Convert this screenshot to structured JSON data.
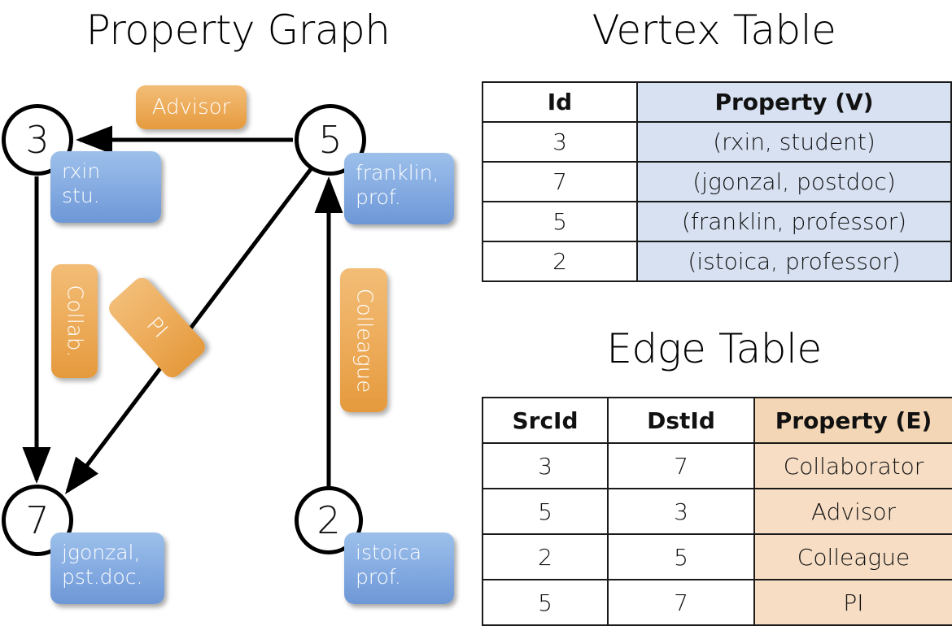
{
  "titles": {
    "graph": "Property Graph",
    "vertex_table": "Vertex Table",
    "edge_table": "Edge Table"
  },
  "colors": {
    "vertex_property_fill": "#d7e1f2",
    "edge_property_fill": "#f6ddc4",
    "node_property_box": "#88aee3",
    "edge_label_box": "#eeae5e",
    "border": "#1a1a1a",
    "text": "#111111"
  },
  "graph": {
    "nodes": [
      {
        "id": "3",
        "property": "rxin\nstu."
      },
      {
        "id": "5",
        "property": "franklin,\nprof."
      },
      {
        "id": "7",
        "property": "jgonzal,\npst.doc."
      },
      {
        "id": "2",
        "property": "istoica\nprof."
      }
    ],
    "edge_labels": [
      {
        "label": "Advisor",
        "orientation": "horizontal"
      },
      {
        "label": "Collab.",
        "orientation": "vertical"
      },
      {
        "label": "PI",
        "orientation": "diagonal"
      },
      {
        "label": "Colleague",
        "orientation": "vertical"
      }
    ]
  },
  "vertex_table": {
    "headers": [
      "Id",
      "Property (V)"
    ],
    "rows": [
      {
        "id": "3",
        "property": "(rxin, student)"
      },
      {
        "id": "7",
        "property": "(jgonzal, postdoc)"
      },
      {
        "id": "5",
        "property": "(franklin, professor)"
      },
      {
        "id": "2",
        "property": "(istoica, professor)"
      }
    ]
  },
  "edge_table": {
    "headers": [
      "SrcId",
      "DstId",
      "Property (E)"
    ],
    "rows": [
      {
        "src": "3",
        "dst": "7",
        "property": "Collaborator"
      },
      {
        "src": "5",
        "dst": "3",
        "property": "Advisor"
      },
      {
        "src": "2",
        "dst": "5",
        "property": "Colleague"
      },
      {
        "src": "5",
        "dst": "7",
        "property": "PI"
      }
    ]
  }
}
